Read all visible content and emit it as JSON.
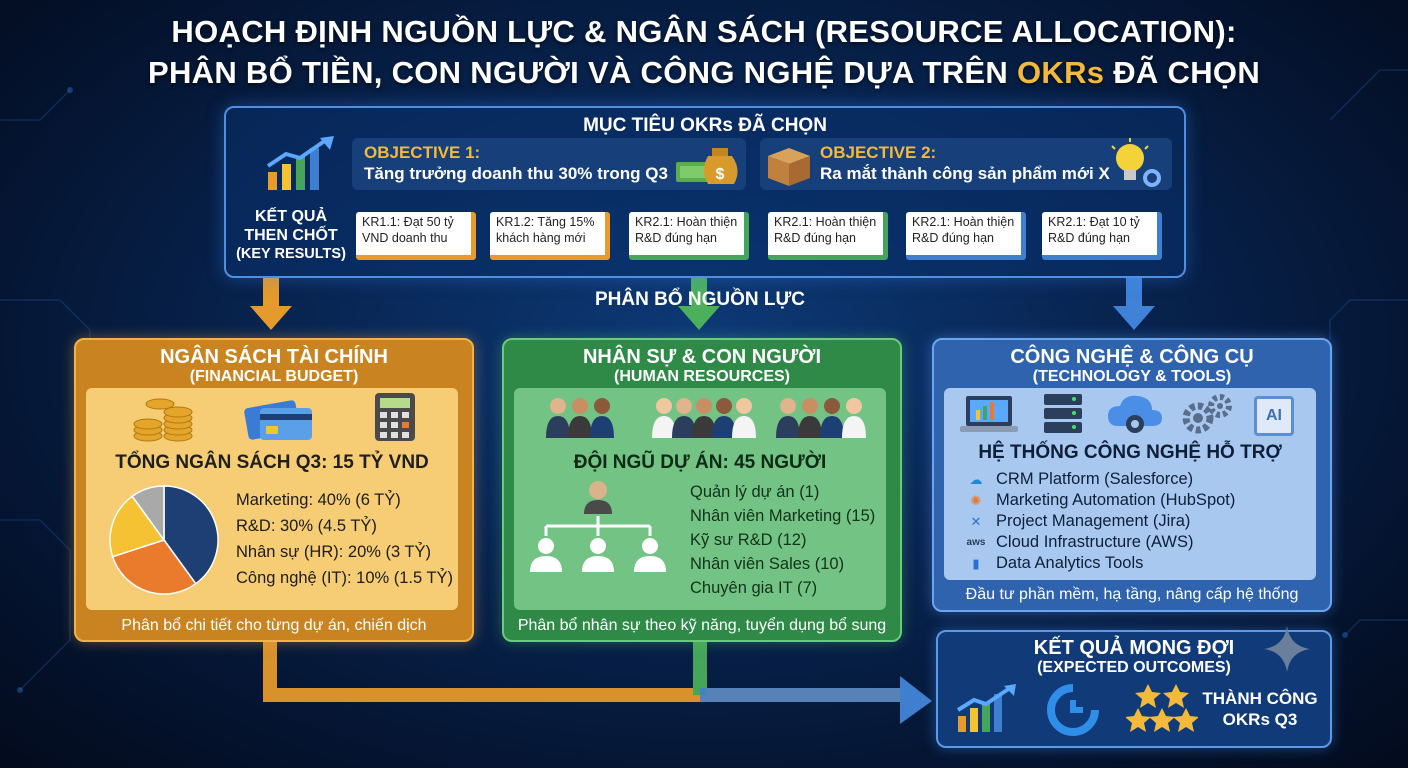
{
  "title": {
    "line1": "HOẠCH ĐỊNH NGUỒN LỰC & NGÂN SÁCH (RESOURCE ALLOCATION):",
    "line2_pre": "PHÂN BỔ TIỀN, CON NGƯỜI VÀ CÔNG NGHỆ DỰA TRÊN ",
    "line2_hl": "OKRs",
    "line2_post": " ĐÃ CHỌN"
  },
  "okr": {
    "heading": "MỤC TIÊU OKRs ĐÃ CHỌN",
    "objectives": [
      {
        "title": "OBJECTIVE 1:",
        "desc": "Tăng trưởng doanh thu 30% trong Q3"
      },
      {
        "title": "OBJECTIVE 2:",
        "desc": "Ra mắt thành công sản phẩm mới X"
      }
    ],
    "kr_label_1": "KẾT QUẢ",
    "kr_label_2": "THEN CHỐT",
    "kr_label_3": "(KEY RESULTS)",
    "key_results": [
      {
        "line1": "KR1.1: Đạt 50 tỷ",
        "line2": "VND doanh thu"
      },
      {
        "line1": "KR1.2: Tăng 15%",
        "line2": "khách hàng mới"
      },
      {
        "line1": "KR2.1: Hoàn thiện",
        "line2": "R&D đúng hạn"
      },
      {
        "line1": "KR2.1: Hoàn thiện",
        "line2": "R&D đúng hạn"
      },
      {
        "line1": "KR2.1: Hoàn thiện",
        "line2": "R&D đúng hạn"
      },
      {
        "line1": "KR2.1: Đạt 10 tỷ",
        "line2": "R&D đúng hạn"
      }
    ]
  },
  "allocation_label": "PHÂN BỔ NGUỒN LỰC",
  "finance": {
    "title": "NGÂN SÁCH TÀI CHÍNH",
    "subtitle": "(FINANCIAL BUDGET)",
    "total": "TỔNG NGÂN SÁCH Q3: 15 TỶ VND",
    "footer": "Phân bổ chi tiết cho từng dự án, chiến dịch"
  },
  "hr": {
    "title": "NHÂN SỰ & CON NGƯỜI",
    "subtitle": "(HUMAN RESOURCES)",
    "team": "ĐỘI NGŨ DỰ ÁN: 45 NGƯỜI",
    "roles": [
      "Quản lý dự án (1)",
      "Nhân viên Marketing (15)",
      "Kỹ sư R&D (12)",
      "Nhân viên Sales (10)",
      "Chuyên gia IT (7)"
    ],
    "footer": "Phân bổ nhân sự theo kỹ năng, tuyển dụng bổ sung"
  },
  "tech": {
    "title": "CÔNG NGHỆ & CÔNG CỤ",
    "subtitle": "(TECHNOLOGY & TOOLS)",
    "system_heading": "HỆ THỐNG CÔNG NGHỆ HỖ TRỢ",
    "tools": [
      "CRM Platform (Salesforce)",
      "Marketing Automation (HubSpot)",
      "Project Management (Jira)",
      "Cloud Infrastructure (AWS)",
      "Data Analytics Tools"
    ],
    "tool_icons": [
      "cloud-icon",
      "hubspot-icon",
      "jira-icon",
      "aws-icon",
      "analytics-icon"
    ],
    "footer": "Đầu tư phần mềm, hạ tầng, nâng cấp hệ thống",
    "ai_label": "AI"
  },
  "outcomes": {
    "title": "KẾT QUẢ MONG ĐỢI",
    "subtitle": "(EXPECTED OUTCOMES)",
    "success_1": "THÀNH CÔNG",
    "success_2": "OKRs Q3"
  },
  "chart_data": {
    "type": "pie",
    "categories": [
      "Marketing",
      "R&D",
      "Nhân sự (HR)",
      "Công nghệ (IT)"
    ],
    "labels": [
      "Marketing: 40% (6 TỶ)",
      "R&D: 30% (4.5 TỶ)",
      "Nhân sự (HR): 20% (3 TỶ)",
      "Công nghệ (IT): 10% (1.5 TỶ)"
    ],
    "values": [
      40,
      30,
      20,
      10
    ],
    "colors": [
      "#1e3f74",
      "#ea7a2c",
      "#f4c232",
      "#a9a9a9"
    ]
  },
  "colors": {
    "accent_gold": "#f2b93a",
    "finance": "#d9912b",
    "hr": "#3d9a52",
    "tech": "#3d78c8"
  }
}
